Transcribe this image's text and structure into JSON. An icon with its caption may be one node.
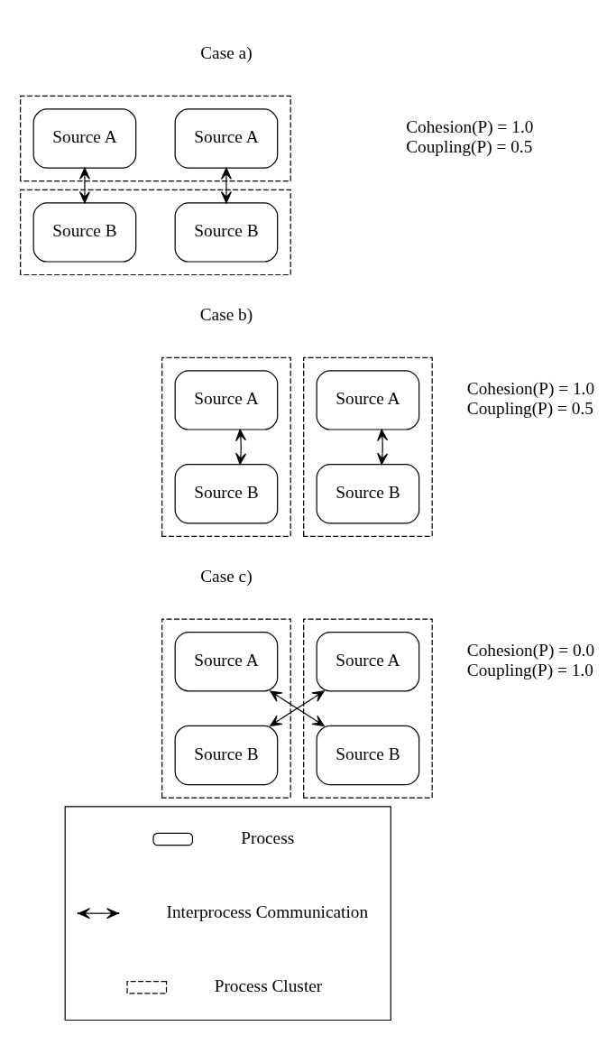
{
  "diagram": {
    "nodes": [
      {
        "text": [],
        "shape": "box"
      },
      {
        "text": [
          "Source A"
        ],
        "in": 0
      },
      {
        "text": [
          "Source A"
        ],
        "in": 0
      },
      {
        "text": [],
        "shape": "box"
      },
      {
        "text": [
          "Source B"
        ],
        "in": 3
      },
      {
        "text": [
          "Source B"
        ],
        "in": 3
      },
      {
        "text": [],
        "shape": "box"
      },
      {
        "text": [
          "Source A"
        ],
        "in": 6
      },
      {
        "text": [
          "Source B"
        ],
        "in": 6
      },
      {
        "text": [],
        "shape": "box"
      },
      {
        "text": [
          "Source A"
        ],
        "in": 9
      },
      {
        "text": [
          "Source B"
        ],
        "in": 9
      },
      {
        "text": [],
        "shape": "box"
      },
      {
        "text": [
          "Source A"
        ],
        "in": 12
      },
      {
        "text": [
          "Source B"
        ],
        "in": 12
      },
      {
        "text": [],
        "shape": "box"
      },
      {
        "text": [
          "Source A"
        ],
        "in": 15
      },
      {
        "text": [
          "Source B"
        ],
        "in": 15
      },
      {
        "text": [],
        "shape": "box"
      }
    ],
    "edges": [
      {
        "from": 1,
        "to": 4,
        "arrow": "both"
      },
      {
        "from": 2,
        "to": 5,
        "arrow": "both"
      },
      {
        "from": 7,
        "to": 8,
        "arrow": "both"
      },
      {
        "from": 10,
        "to": 11,
        "arrow": "both"
      },
      {
        "from": 13,
        "to": 17,
        "arrow": "both"
      },
      {
        "from": 16,
        "to": 14,
        "arrow": "both"
      }
    ],
    "labels": [
      "Case a)",
      "Cohesion(P) = 1.0",
      "Coupling(P) = 0.5",
      "Case b)",
      "Cohesion(P) = 1.0",
      "Coupling(P) = 0.5",
      "Case c)",
      "Cohesion(P) = 0.0",
      "Coupling(P) = 1.0"
    ],
    "legend": [
      {
        "text": "Process"
      },
      {
        "text": "Interprocess Communication"
      },
      {
        "text": "Process Cluster"
      }
    ]
  }
}
